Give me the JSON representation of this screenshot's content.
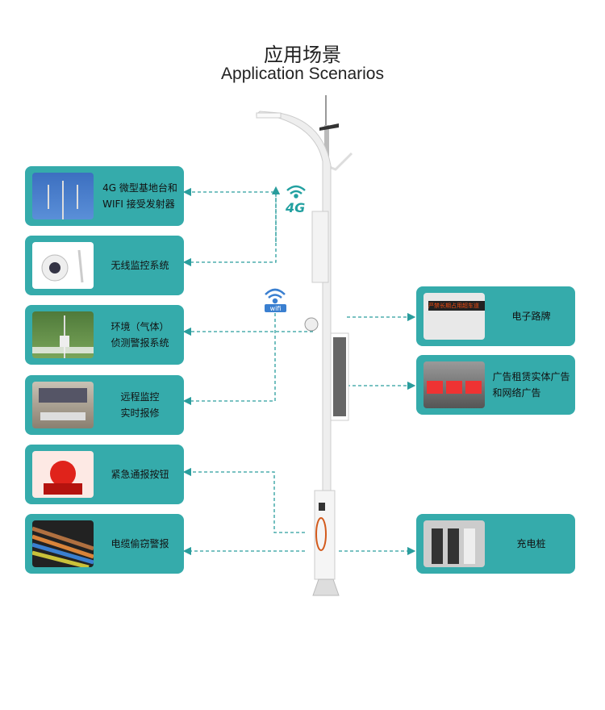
{
  "header": {
    "title_cn": "应用场景",
    "title_en": "Application Scenarios"
  },
  "icons": {
    "cellular": "4G",
    "wifi": "wifi"
  },
  "left_cards": [
    {
      "lines": [
        "4G 微型基地台和",
        "WIFI 接受发射器"
      ],
      "image": "cell-tower-photo"
    },
    {
      "lines": [
        "无线监控系统"
      ],
      "image": "wireless-camera-photo"
    },
    {
      "lines": [
        "环境（气体）",
        "侦测警报系统"
      ],
      "image": "weather-station-photo"
    },
    {
      "lines": [
        "远程监控",
        "实时报修"
      ],
      "image": "control-room-photo"
    },
    {
      "lines": [
        "紧急通报按钮"
      ],
      "image": "emergency-button-photo"
    },
    {
      "lines": [
        "电缆偷窃警报"
      ],
      "image": "cables-photo"
    }
  ],
  "right_cards": [
    {
      "lines": [
        "电子路牌"
      ],
      "image": "led-sign-photo",
      "sign_text": "严禁长期占用超车道"
    },
    {
      "lines": [
        "广告租赁实体广告",
        "和网络广告"
      ],
      "image": "ad-trucks-photo"
    },
    {
      "lines": [
        "充电桩"
      ],
      "image": "charging-station-photo"
    }
  ],
  "colors": {
    "card": "#35abab",
    "line": "#2a9d9d",
    "wifi": "#3a7fd0"
  }
}
